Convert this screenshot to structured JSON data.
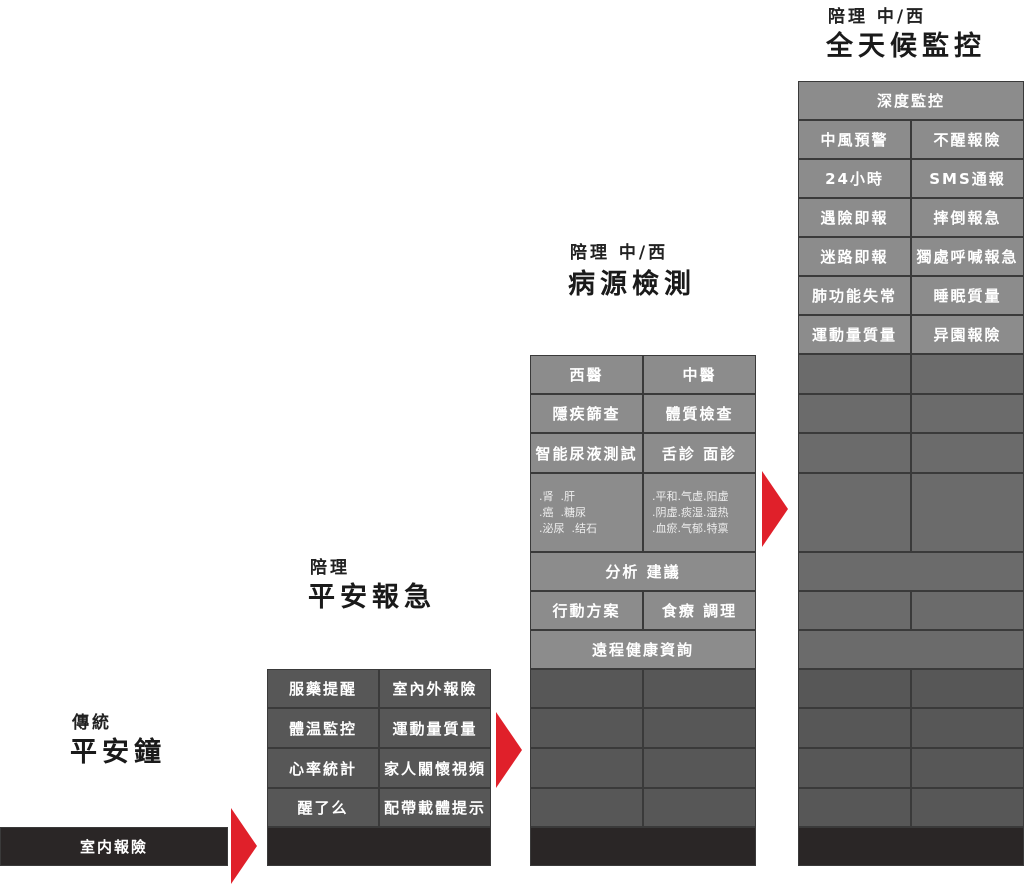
{
  "colors": {
    "light": "#8c8c8c",
    "mid": "#6b6b6b",
    "dark": "#575757",
    "black": "#2a2626",
    "arrow": "#e0202a"
  },
  "col1": {
    "sub": "傳統",
    "title": "平安鐘",
    "rows": [
      [
        "室内報險"
      ]
    ]
  },
  "col2": {
    "sub": "陪理",
    "title": "平安報急",
    "rows": [
      [
        "服藥提醒",
        "室內外報險"
      ],
      [
        "體温監控",
        "運動量質量"
      ],
      [
        "心率統計",
        "家人關懷視頻"
      ],
      [
        "醒了么",
        "配帶載體提示"
      ],
      [
        ""
      ]
    ]
  },
  "col3": {
    "sub": "陪理 中/西",
    "title": "病源檢測",
    "rows": [
      [
        "西醫",
        "中醫"
      ],
      [
        "隱疾篩查",
        "體質檢查"
      ],
      [
        "智能尿液測試",
        "舌診 面診"
      ],
      [
        ".肾  .肝\n.癌  .糖尿\n.泌尿  .结石",
        ".平和.气虚.阳虚\n.阴虚.痰湿.湿热\n.血瘀.气郁.特禀"
      ],
      [
        "分析 建議"
      ],
      [
        "行動方案",
        "食療 調理"
      ],
      [
        "遠程健康資詢"
      ],
      [
        "",
        ""
      ],
      [
        "",
        ""
      ],
      [
        "",
        ""
      ],
      [
        "",
        ""
      ],
      [
        ""
      ]
    ]
  },
  "col4": {
    "sub": "陪理 中/西",
    "title": "全天候監控",
    "rows": [
      [
        "深度監控"
      ],
      [
        "中風預警",
        "不醒報險"
      ],
      [
        "24小時",
        "SMS通報"
      ],
      [
        "遇險即報",
        "摔倒報急"
      ],
      [
        "迷路即報",
        "獨處呼喊報急"
      ],
      [
        "肺功能失常",
        "睡眠質量"
      ],
      [
        "運動量質量",
        "异園報險"
      ],
      [
        "",
        ""
      ],
      [
        "",
        ""
      ],
      [
        "",
        ""
      ],
      [
        "",
        ""
      ],
      [
        ""
      ],
      [
        "",
        ""
      ],
      [
        ""
      ],
      [
        "",
        ""
      ],
      [
        "",
        ""
      ],
      [
        "",
        ""
      ],
      [
        "",
        ""
      ],
      [
        ""
      ]
    ]
  }
}
